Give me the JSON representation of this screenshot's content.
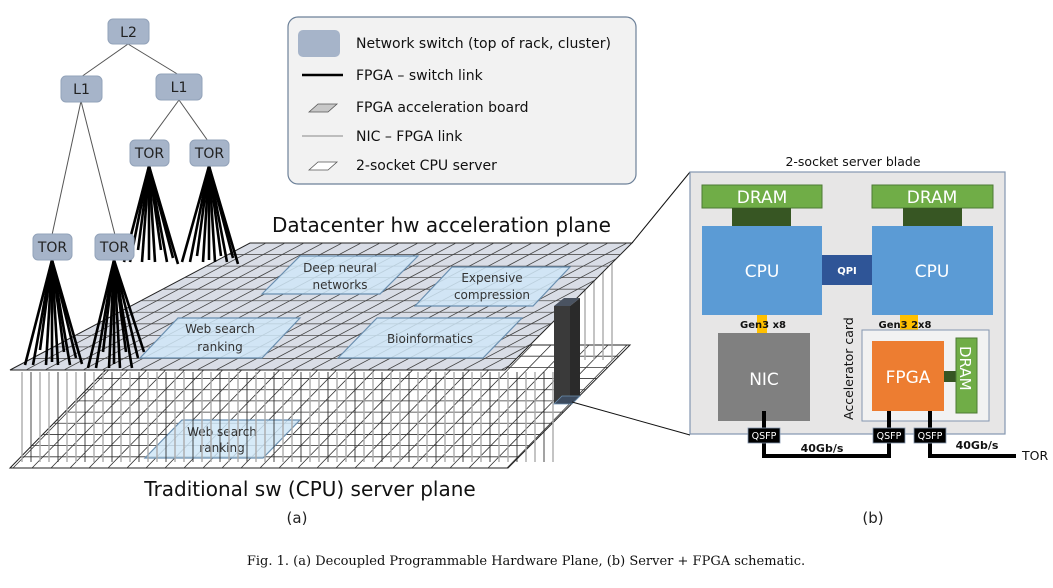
{
  "topology": {
    "switches": [
      {
        "id": "l2",
        "label": "L2"
      },
      {
        "id": "l1a",
        "label": "L1"
      },
      {
        "id": "l1b",
        "label": "L1"
      },
      {
        "id": "tor1",
        "label": "TOR"
      },
      {
        "id": "tor2",
        "label": "TOR"
      },
      {
        "id": "tor3",
        "label": "TOR"
      },
      {
        "id": "tor4",
        "label": "TOR"
      }
    ],
    "switch_color": "#a6b4c9"
  },
  "legend": {
    "items": [
      {
        "icon": "network-switch-icon",
        "label": "Network switch (top of rack, cluster)"
      },
      {
        "icon": "thick-line-icon",
        "label": "FPGA – switch link"
      },
      {
        "icon": "gray-parallelogram-icon",
        "label": "FPGA acceleration board"
      },
      {
        "icon": "thin-line-icon",
        "label": "NIC – FPGA link"
      },
      {
        "icon": "white-parallelogram-icon",
        "label": "2-socket CPU server"
      }
    ]
  },
  "panel_a": {
    "accel_plane_title": "Datacenter hw acceleration plane",
    "server_plane_title": "Traditional sw (CPU) server plane",
    "accel_regions": [
      {
        "label_line1": "Deep neural",
        "label_line2": "networks"
      },
      {
        "label_line1": "Expensive",
        "label_line2": "compression"
      },
      {
        "label_line1": "Web search",
        "label_line2": "ranking"
      },
      {
        "label_line1": "Bioinformatics",
        "label_line2": ""
      }
    ],
    "server_regions": [
      {
        "label_line1": "Web search",
        "label_line2": "ranking"
      }
    ],
    "sublabel": "(a)"
  },
  "panel_b": {
    "title": "2-socket server blade",
    "dram_left": "DRAM",
    "dram_right": "DRAM",
    "cpu_left": "CPU",
    "cpu_right": "CPU",
    "qpi": "QPI",
    "pcie_nic": "Gen3 x8",
    "pcie_fpga": "Gen3 2x8",
    "nic": "NIC",
    "fpga": "FPGA",
    "fpga_dram": "DRAM",
    "accel_card": "Accelerator card",
    "qsfp_nic": "QSFP",
    "qsfp_fpga1": "QSFP",
    "qsfp_fpga2": "QSFP",
    "link_nic_fpga": "40Gb/s",
    "link_fpga_tor": "40Gb/s",
    "tor": "TOR",
    "sublabel": "(b)",
    "colors": {
      "dram": "#70ad47",
      "dram_conn": "#375623",
      "cpu": "#5b9bd5",
      "qpi": "#2f5597",
      "pcie": "#ffc000",
      "nic": "#808080",
      "fpga": "#ed7d31",
      "blade_bg": "#e7e6e6"
    }
  },
  "caption": "Fig. 1.  (a) Decoupled Programmable Hardware Plane, (b) Server + FPGA schematic."
}
